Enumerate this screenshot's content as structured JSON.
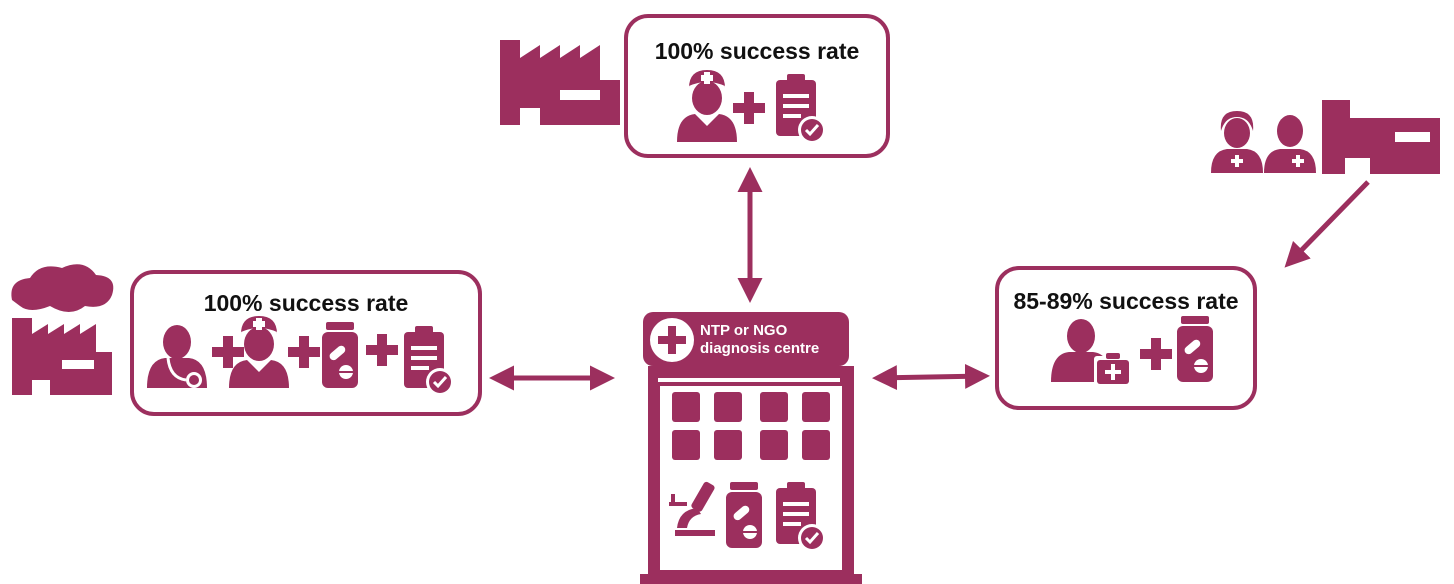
{
  "nodes": {
    "top": {
      "title": "100% success rate",
      "icons": [
        "nurse-icon",
        "plus-icon",
        "clipboard-check-icon"
      ]
    },
    "left": {
      "title": "100% success rate",
      "icons": [
        "doctor-icon",
        "plus-icon",
        "nurse-icon",
        "plus-icon",
        "medicine-bottle-icon",
        "plus-icon",
        "clipboard-check-icon"
      ]
    },
    "right": {
      "title": "85-89% success rate",
      "icons": [
        "pharmacist-icon",
        "first-aid-kit-icon",
        "plus-icon",
        "medicine-bottle-icon"
      ]
    },
    "centre": {
      "label_line1": "NTP or NGO",
      "label_line2": "diagnosis centre",
      "icons": [
        "hospital-cross-icon",
        "microscope-icon",
        "medicine-bottle-icon",
        "clipboard-check-icon"
      ]
    }
  },
  "side_icons": {
    "top": "factory-icon",
    "left": "polluting-factory-icon",
    "right": [
      "female-health-worker-icon",
      "male-health-worker-icon",
      "small-factory-icon"
    ]
  },
  "connections": [
    {
      "from": "top",
      "to": "centre",
      "type": "bidirectional"
    },
    {
      "from": "left",
      "to": "centre",
      "type": "bidirectional"
    },
    {
      "from": "right",
      "to": "centre",
      "type": "bidirectional"
    },
    {
      "from": "health-workers-group",
      "to": "right",
      "type": "one-way"
    }
  ],
  "colors": {
    "accent": "#9c2f5e"
  }
}
